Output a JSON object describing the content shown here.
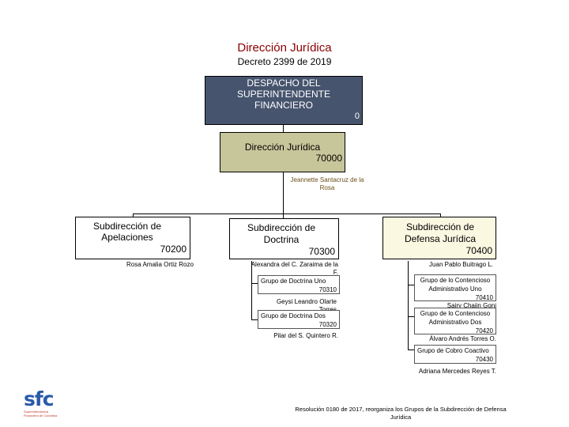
{
  "header": {
    "title": "Dirección Jurídica",
    "subtitle": "Decreto 2399 de 2019"
  },
  "despacho": {
    "name": "DESPACHO DEL SUPERINTENDENTE FINANCIERO",
    "code": "0"
  },
  "direccion": {
    "name": "Dirección Jurídica",
    "code": "70000",
    "head": "Jeannette Santacruz de la Rosa"
  },
  "subdirecciones": [
    {
      "name": "Subdirección de Apelaciones",
      "code": "70200",
      "head": "Rosa Amalia Ortiz Rozo"
    },
    {
      "name": "Subdirección de Doctrina",
      "code": "70300",
      "head": "Alexandra del C. Zaraima de la F."
    },
    {
      "name": "Subdirección de Defensa Jurídica",
      "code": "70400",
      "head": "Juan Pablo Buitrago L."
    }
  ],
  "doctrina_groups": [
    {
      "name": "Grupo de Doctrina Uno",
      "code": "70310",
      "head": "Geysi Leandro Olarte Torres"
    },
    {
      "name": "Grupo de Doctrina Dos",
      "code": "70320",
      "head": "Pilar del S. Quintero R."
    }
  ],
  "defensa_groups": [
    {
      "name": "Grupo de lo Contencioso Administrativo Uno",
      "code": "70410",
      "head": "Sairy Chajin Goni"
    },
    {
      "name": "Grupo de lo Contencioso Administrativo Dos",
      "code": "70420",
      "head": "Álvaro Andrés Torres O."
    },
    {
      "name": "Grupo de Cobro Coactivo",
      "code": "70430",
      "head": "Adriana Mercedes Reyes T."
    }
  ],
  "logo": {
    "text": "sfc",
    "caption": "Superintendencia Financiera de Colombia",
    "color": "#2a5aa8"
  },
  "footnote": "Resolución 0180 de 2017, reorganiza los Grupos de la Subdirección de Defensa Jurídica",
  "colors": {
    "despacho": "#47546e",
    "direccion": "#c7c59a",
    "defensa": "#fbf8e2",
    "title": "#8b0000"
  }
}
